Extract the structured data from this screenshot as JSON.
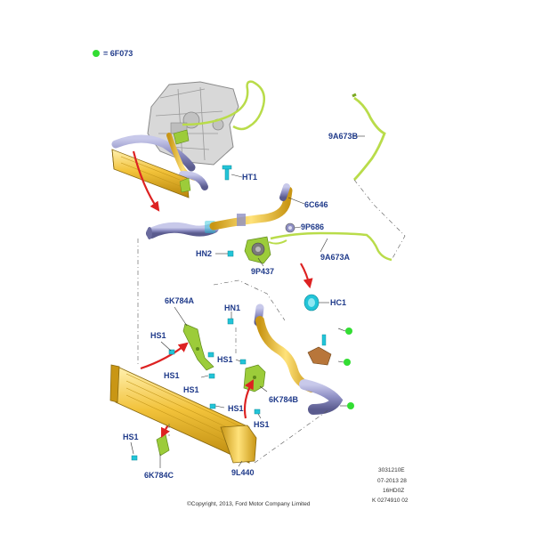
{
  "legend": {
    "text": "= 6F073",
    "dot_color": "#33dd33"
  },
  "labels": {
    "l9a673b": "9A673B",
    "lht1": "HT1",
    "l6c646": "6C646",
    "l9p686": "9P686",
    "lhn2": "HN2",
    "l9p437": "9P437",
    "l9a673a": "9A673A",
    "lhc1": "HC1",
    "lhn1": "HN1",
    "l6k784a": "6K784A",
    "lhs1a": "HS1",
    "lhs1b": "HS1",
    "lhs1c": "HS1",
    "lhs1d": "HS1",
    "lhs1e": "HS1",
    "lhs1f": "HS1",
    "lhs1g": "HS1",
    "l6k784b": "6K784B",
    "l6k784c": "6K784C",
    "l9l440": "9L440"
  },
  "footer": {
    "code1": "3031210E",
    "code2": "07-2013 28",
    "code3": "16HD0Z",
    "code4": "K 0274910 02",
    "copyright": "©Copyright, 2013, Ford Motor Company Limited"
  },
  "colors": {
    "label": "#1f3a8a",
    "intercooler": "#e8b020",
    "hose_grey": "#8f90c4",
    "bracket_green": "#9ccc3a",
    "tube_green": "#b9dc4a",
    "fastener_cyan": "#22c4d8",
    "arrow_red": "#dd2222",
    "marker_green": "#33dd33"
  }
}
